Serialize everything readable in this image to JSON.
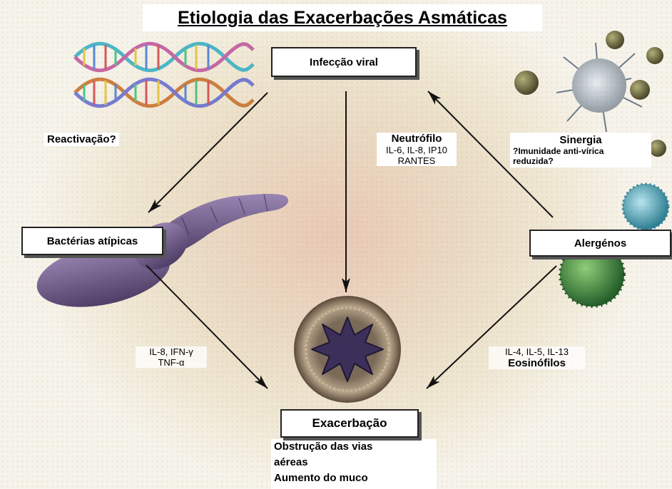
{
  "title": "Etiologia das Exacerbações Asmáticas",
  "nodes": {
    "viral": "Infecção viral",
    "bacteria": "Bactérias atípicas",
    "allergens": "Alergénos",
    "exacerbation": "Exacerbação"
  },
  "labels": {
    "reactivation": "Reactivação?",
    "neutrophil": "Neutrófilo",
    "neutrophil_mediators": [
      "IL-6, IL-8, IP10",
      "RANTES"
    ],
    "synergy": "Sinergia",
    "synergy_q": "?",
    "immunity": [
      "Imunidade anti-vírica",
      "reduzida?"
    ],
    "bacteria_mediators": [
      "IL-8, IFN-γ",
      "TNF-α"
    ],
    "allergen_mediators": "IL-4, IL-5, IL-13",
    "eosinophils": "Eosinófilos"
  },
  "outcomes": [
    "Obstrução das vias",
    "aéreas",
    "Aumento do muco"
  ],
  "colors": {
    "arrow": "#111111",
    "bacterium": "#6e5a86",
    "pollen_blue": "#5aaec0",
    "pollen_green": "#3f8a3e",
    "spore": "#6b6a3a"
  },
  "icons": [
    "dna-icon",
    "bacterium-icon",
    "airway-cross-section-icon",
    "pollen-icon",
    "spore-icon"
  ]
}
